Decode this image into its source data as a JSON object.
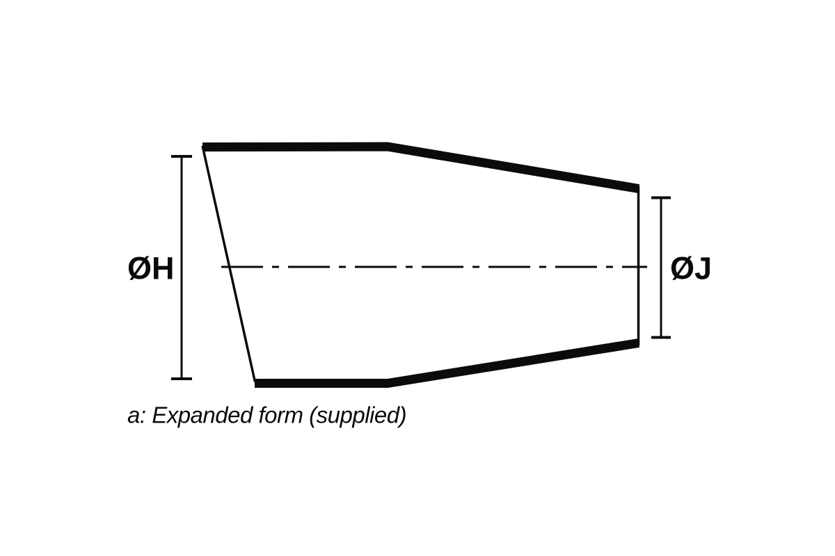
{
  "diagram": {
    "type": "technical-drawing",
    "labels": {
      "diameter_left": "ØH",
      "diameter_right": "ØJ"
    },
    "caption": "a: Expanded form (supplied)",
    "colors": {
      "line": "#0b0b0b",
      "background": "#ffffff"
    }
  }
}
